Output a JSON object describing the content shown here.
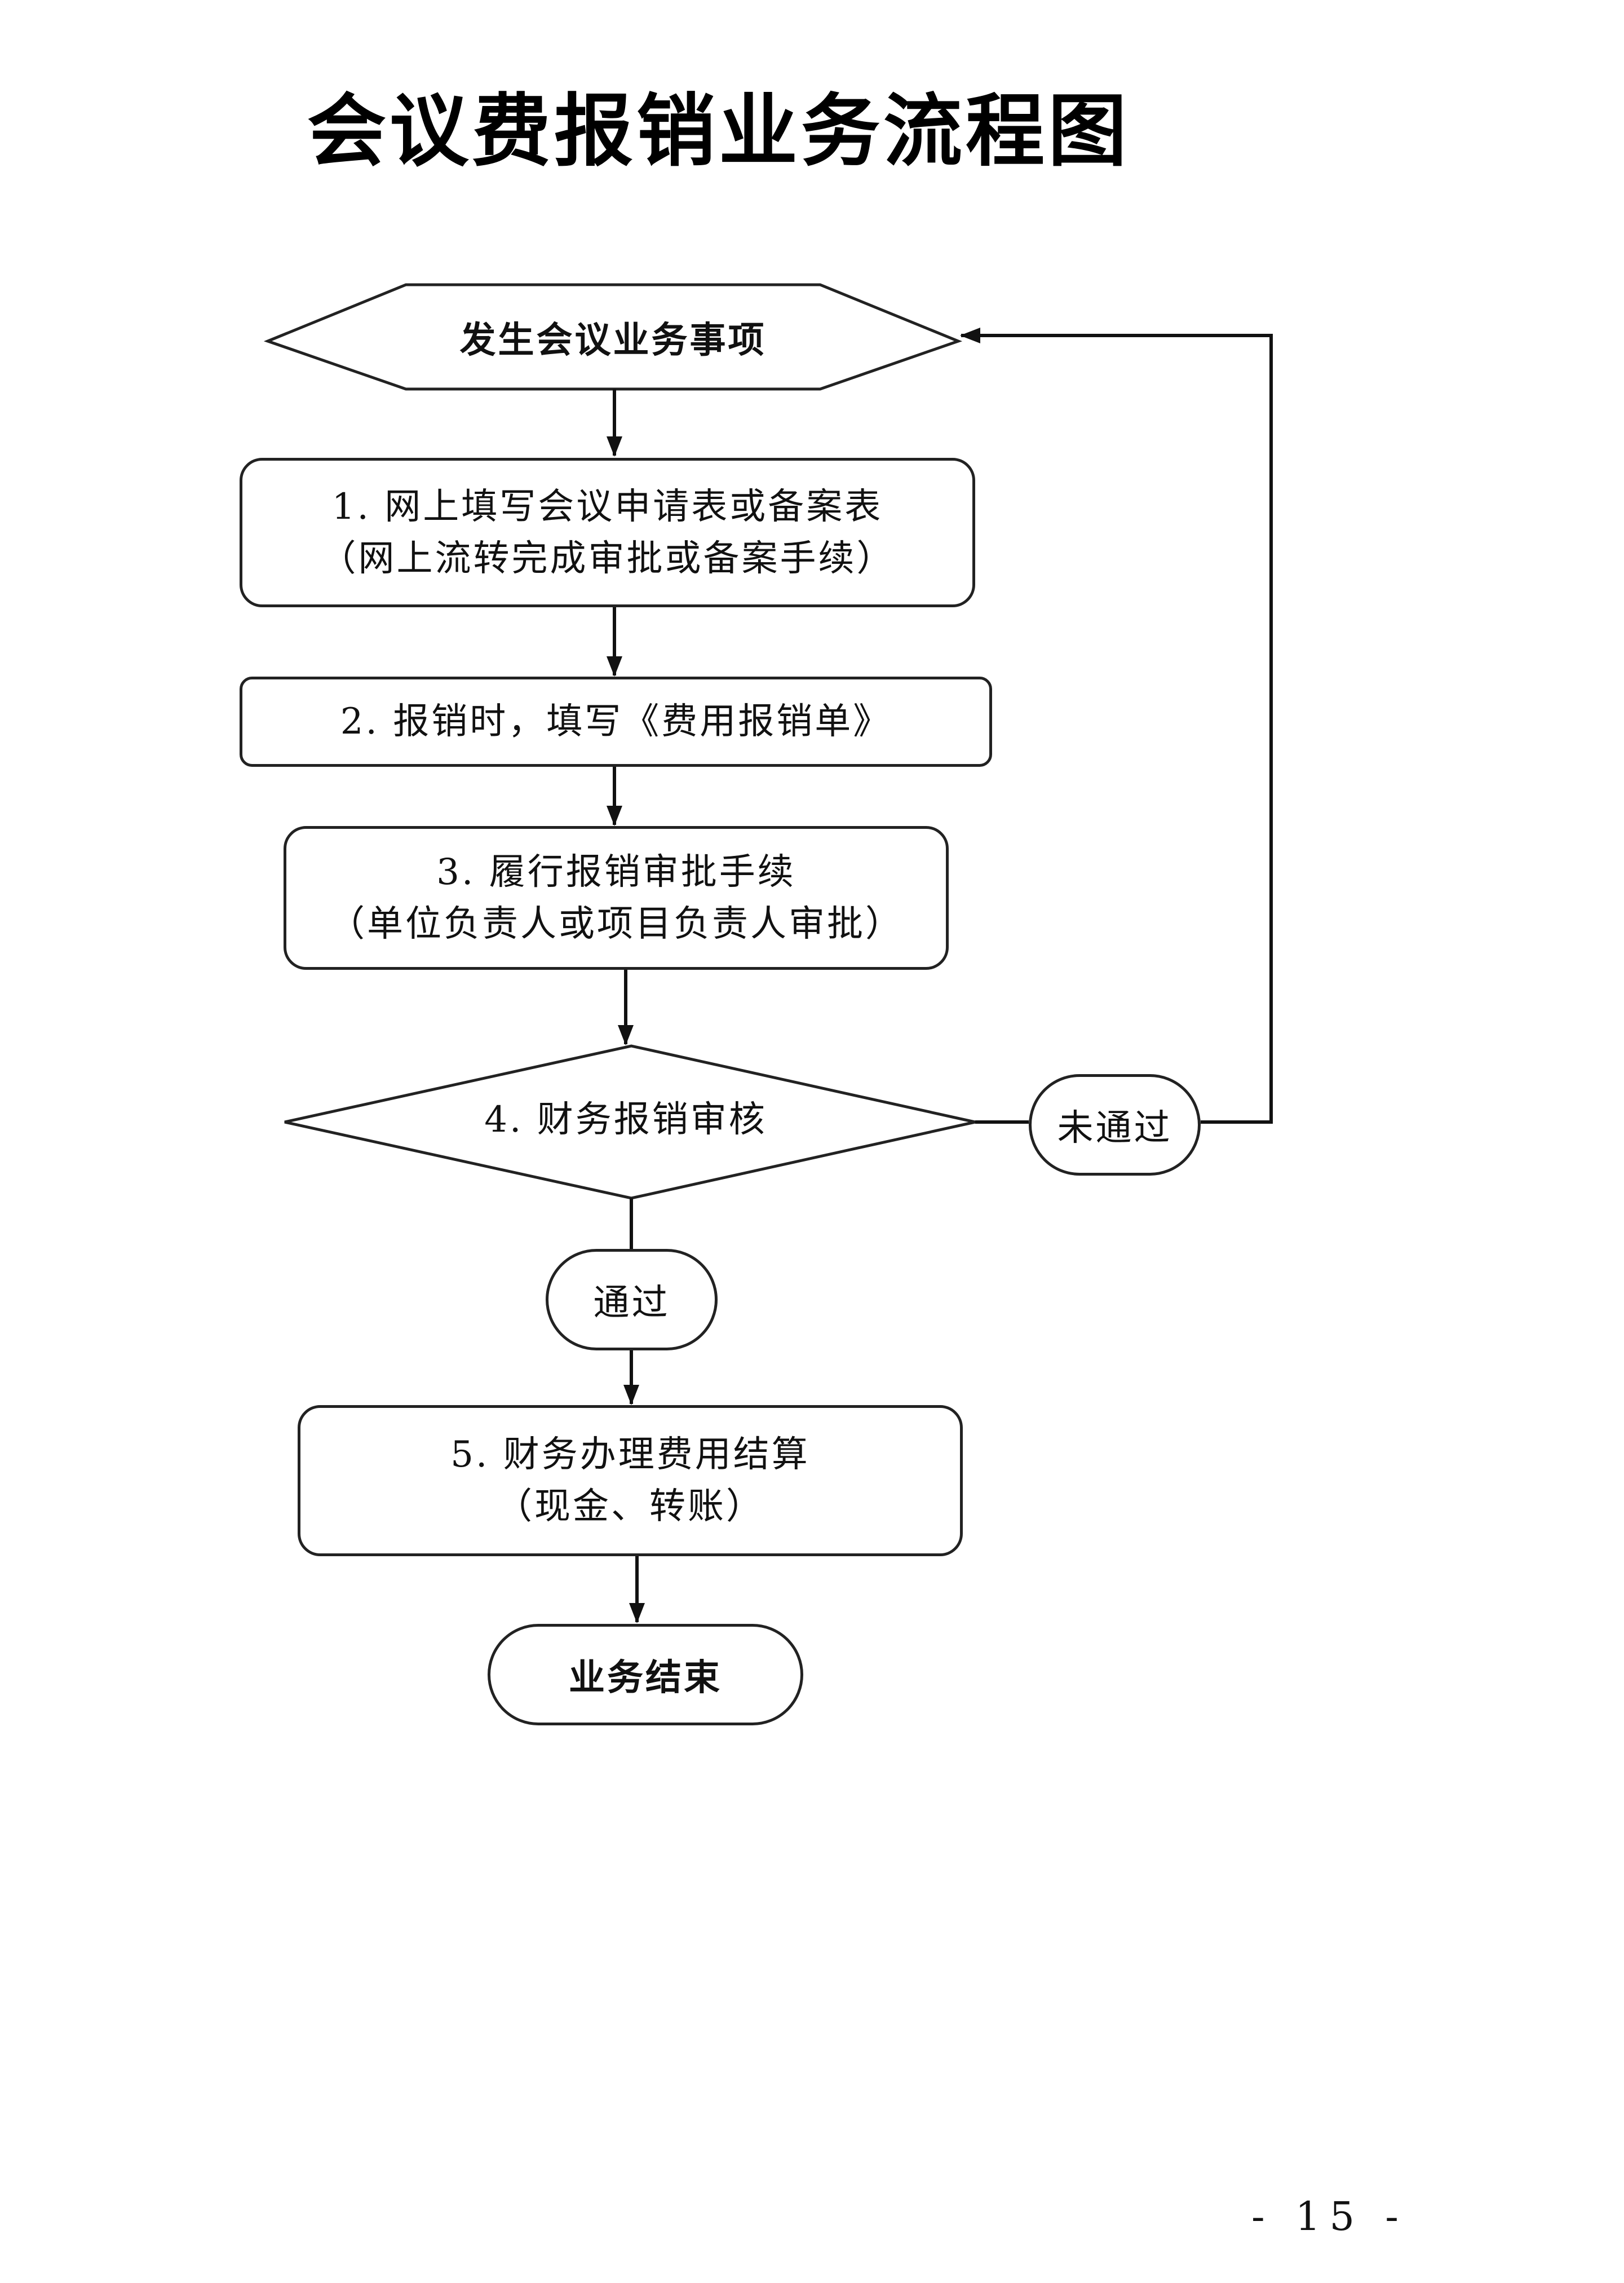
{
  "title": "会议费报销业务流程图",
  "start": "发生会议业务事项",
  "steps": {
    "s1": [
      "1. 网上填写会议申请表或备案表",
      "（网上流转完成审批或备案手续）"
    ],
    "s2": "2. 报销时，填写《费用报销单》",
    "s3": [
      "3. 履行报销审批手续",
      "（单位负责人或项目负责人审批）"
    ],
    "s4": "4. 财务报销审核",
    "s5": [
      "5. 财务办理费用结算",
      "（现金、转账）"
    ]
  },
  "branches": {
    "fail": "未通过",
    "pass": "通过"
  },
  "end": "业务结束",
  "page_number": "- 15 -"
}
